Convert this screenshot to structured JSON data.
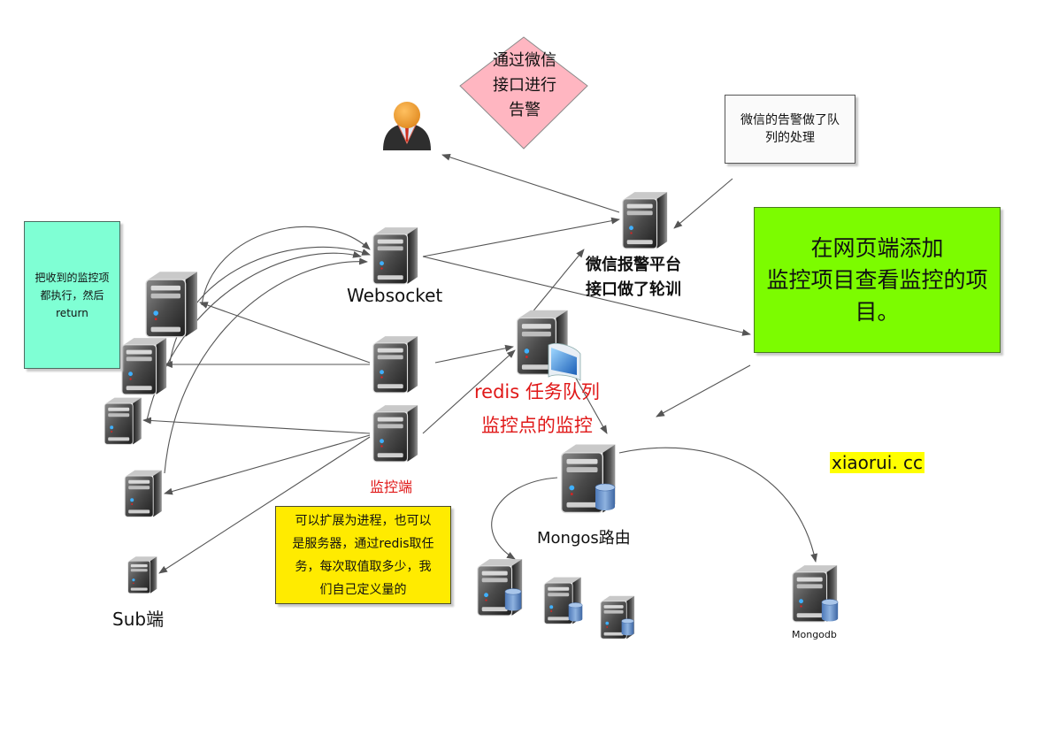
{
  "diagram": {
    "title": "Monitoring system architecture",
    "nodes": {
      "wechat_alert_diamond": {
        "text": "通过微信\n接口进行\n告警",
        "fill": "#ffb6c1"
      },
      "queue_note": {
        "text": "微信的告警做了队\n列的处理",
        "fill": "#fafafa"
      },
      "sub_note": {
        "text": "把收到的监控项\n都执行，然后\nreturn",
        "fill": "#7fffd4"
      },
      "web_note": {
        "text": "在网页端添加\n监控项目查看监控的项\n目。",
        "fill": "#7cfc00"
      },
      "monitor_note": {
        "text": "可以扩展为进程，也可以\n是服务器，通过redis取任\n务，每次取值取多少，我\n们自己定义量的",
        "fill": "#ffeb00"
      },
      "websocket": {
        "label": "Websocket"
      },
      "wechat_platform": {
        "label": "微信报警平台\n接口做了轮训"
      },
      "redis": {
        "label": "redis 任务队列\n监控点的监控",
        "color": "#e01818"
      },
      "monitor_end": {
        "label": "监控端",
        "color": "#e01818"
      },
      "mongos": {
        "label": "Mongos路由"
      },
      "sub_end": {
        "label": "Sub端"
      },
      "mongodb": {
        "label": "Mongodb"
      },
      "site": {
        "label": "xiaorui. cc",
        "highlight": "#ffff00"
      }
    },
    "icons": {
      "user": "user-icon",
      "server": "server-icon",
      "database": "database-icon",
      "monitor": "monitor-icon"
    },
    "colors": {
      "edge": "#555555",
      "server_body": "#3a3a3a",
      "user_head": "#f0a030"
    }
  }
}
